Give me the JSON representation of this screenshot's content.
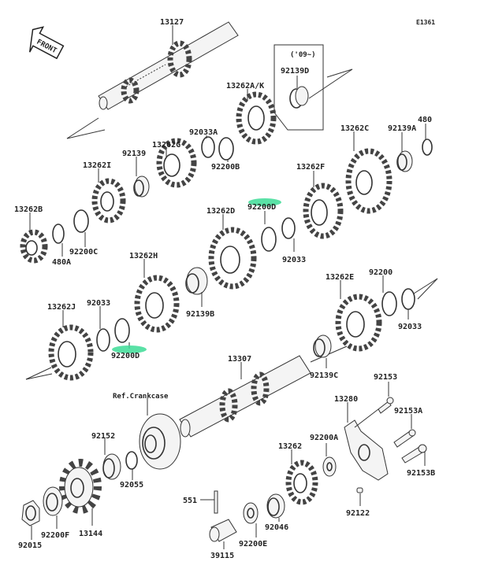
{
  "diagram_code": "E1361",
  "front_arrow": "FRONT",
  "inset": {
    "note": "('09~)",
    "part": "92139D"
  },
  "ref_label": "Ref.Crankcase",
  "highlight_color": "#3ddc97",
  "labels": {
    "p13127": "13127",
    "p13262ak": "13262A/K",
    "p92033a": "92033A",
    "p13262g": "13262G",
    "p92139": "92139",
    "p92200b": "92200B",
    "p13262i": "13262I",
    "p13262c": "13262C",
    "p92139a": "92139A",
    "p480": "480",
    "p13262f": "13262F",
    "p13262b": "13262B",
    "p92200d_top": "92200D",
    "p13262d": "13262D",
    "p92200c": "92200C",
    "p480a": "480A",
    "p92033_mid": "92033",
    "p13262h": "13262H",
    "p92200": "92200",
    "p13262e": "13262E",
    "p92033_left": "92033",
    "p13262j": "13262J",
    "p92139b": "92139B",
    "p92033_right": "92033",
    "p92200d_bottom": "92200D",
    "p13307": "13307",
    "p92139c": "92139C",
    "p92153": "92153",
    "p13280": "13280",
    "p92153a": "92153A",
    "p92200a": "92200A",
    "p13262": "13262",
    "p92152": "92152",
    "p92055": "92055",
    "p92153b": "92153B",
    "p551": "551",
    "p92122": "92122",
    "p92046": "92046",
    "p92200f": "92200F",
    "p13144": "13144",
    "p92015": "92015",
    "p92200e": "92200E",
    "p39115": "39115"
  }
}
